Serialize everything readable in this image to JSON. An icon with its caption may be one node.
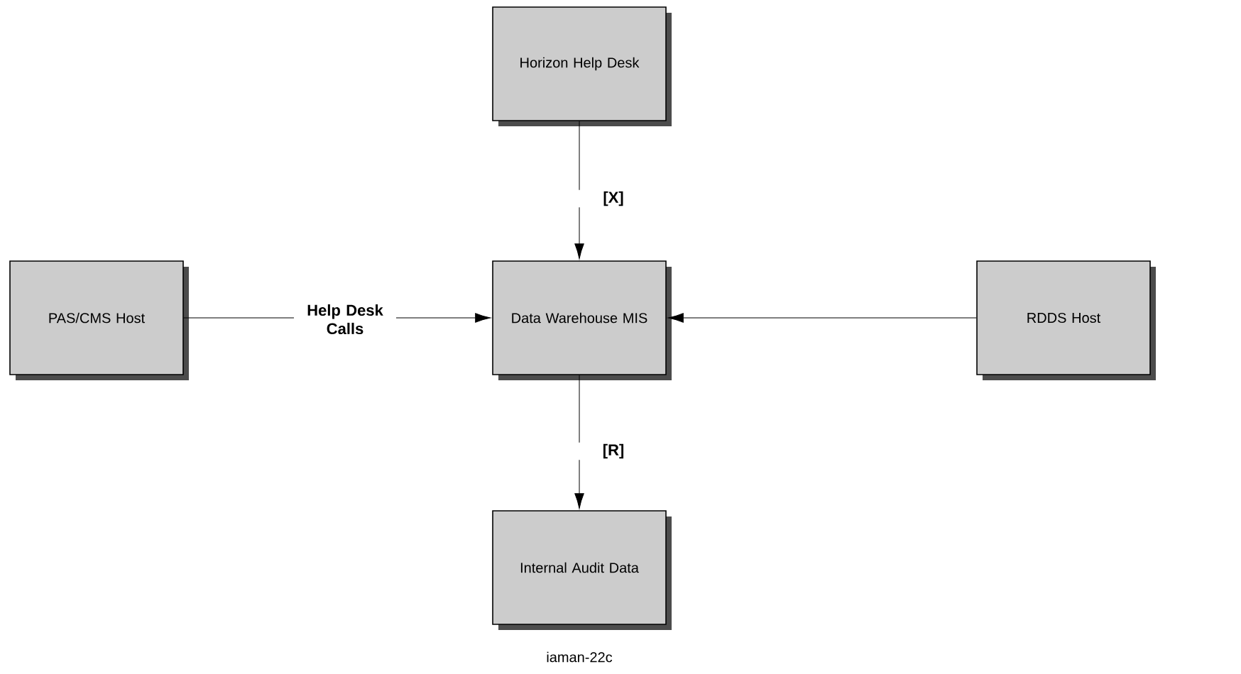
{
  "diagram": {
    "caption": "iaman-22c",
    "nodes": [
      {
        "text": [
          "Horizon Help Desk"
        ]
      },
      {
        "text": [
          "PAS/CMS Host"
        ]
      },
      {
        "text": [
          "Data Warehouse MIS"
        ]
      },
      {
        "text": [
          "RDDS Host"
        ]
      },
      {
        "text": [
          "Internal Audit Data"
        ]
      }
    ],
    "edges": [
      {
        "from": 0,
        "to": 2,
        "arrow": "to",
        "label": "[X]"
      },
      {
        "from": 1,
        "to": 2,
        "arrow": "to",
        "label": "Help Desk Calls"
      },
      {
        "from": 3,
        "to": 2,
        "arrow": "to"
      },
      {
        "from": 2,
        "to": 4,
        "arrow": "to",
        "label": "[R]"
      }
    ]
  }
}
